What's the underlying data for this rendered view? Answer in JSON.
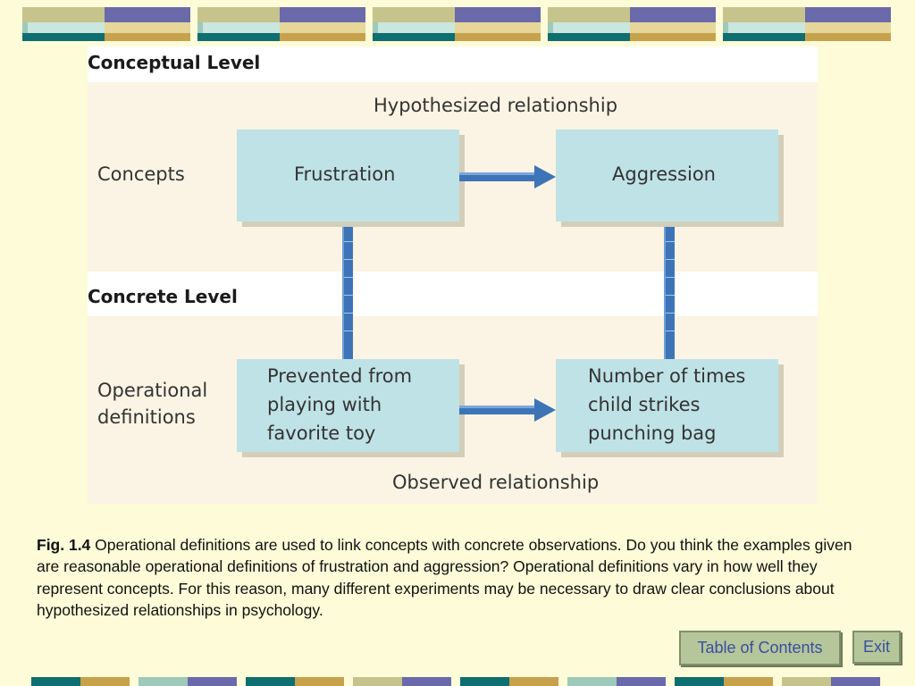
{
  "diagram": {
    "conceptual_level": "Conceptual Level",
    "concrete_level": "Concrete Level",
    "hypothesized_relationship": "Hypothesized relationship",
    "observed_relationship": "Observed relationship",
    "row_concepts": "Concepts",
    "row_operational": [
      "Operational",
      "definitions"
    ],
    "box_frustration": "Frustration",
    "box_aggression": "Aggression",
    "box_prevented": [
      "Prevented from",
      "playing with",
      "favorite toy"
    ],
    "box_number": [
      "Number of times",
      "child strikes",
      "punching bag"
    ]
  },
  "caption": {
    "fig_label": "Fig. 1.4",
    "text": " Operational definitions are used to link concepts with concrete observations. Do you think the examples given are  reasonable operational definitions of frustration and aggression? Operational definitions vary in how well they represent concepts. For this reason, many different experiments may be necessary to draw clear conclusions about hypothesized relationships in psychology."
  },
  "nav": {
    "toc_label": "Table of Contents",
    "exit_label": "Exit"
  },
  "colors": {
    "background": "#fdfbd8",
    "box_fill": "#bfe2e6",
    "arrow_blue": "#3d74b8",
    "button_fill": "#b5c69a",
    "button_text": "#3a4fa0"
  }
}
